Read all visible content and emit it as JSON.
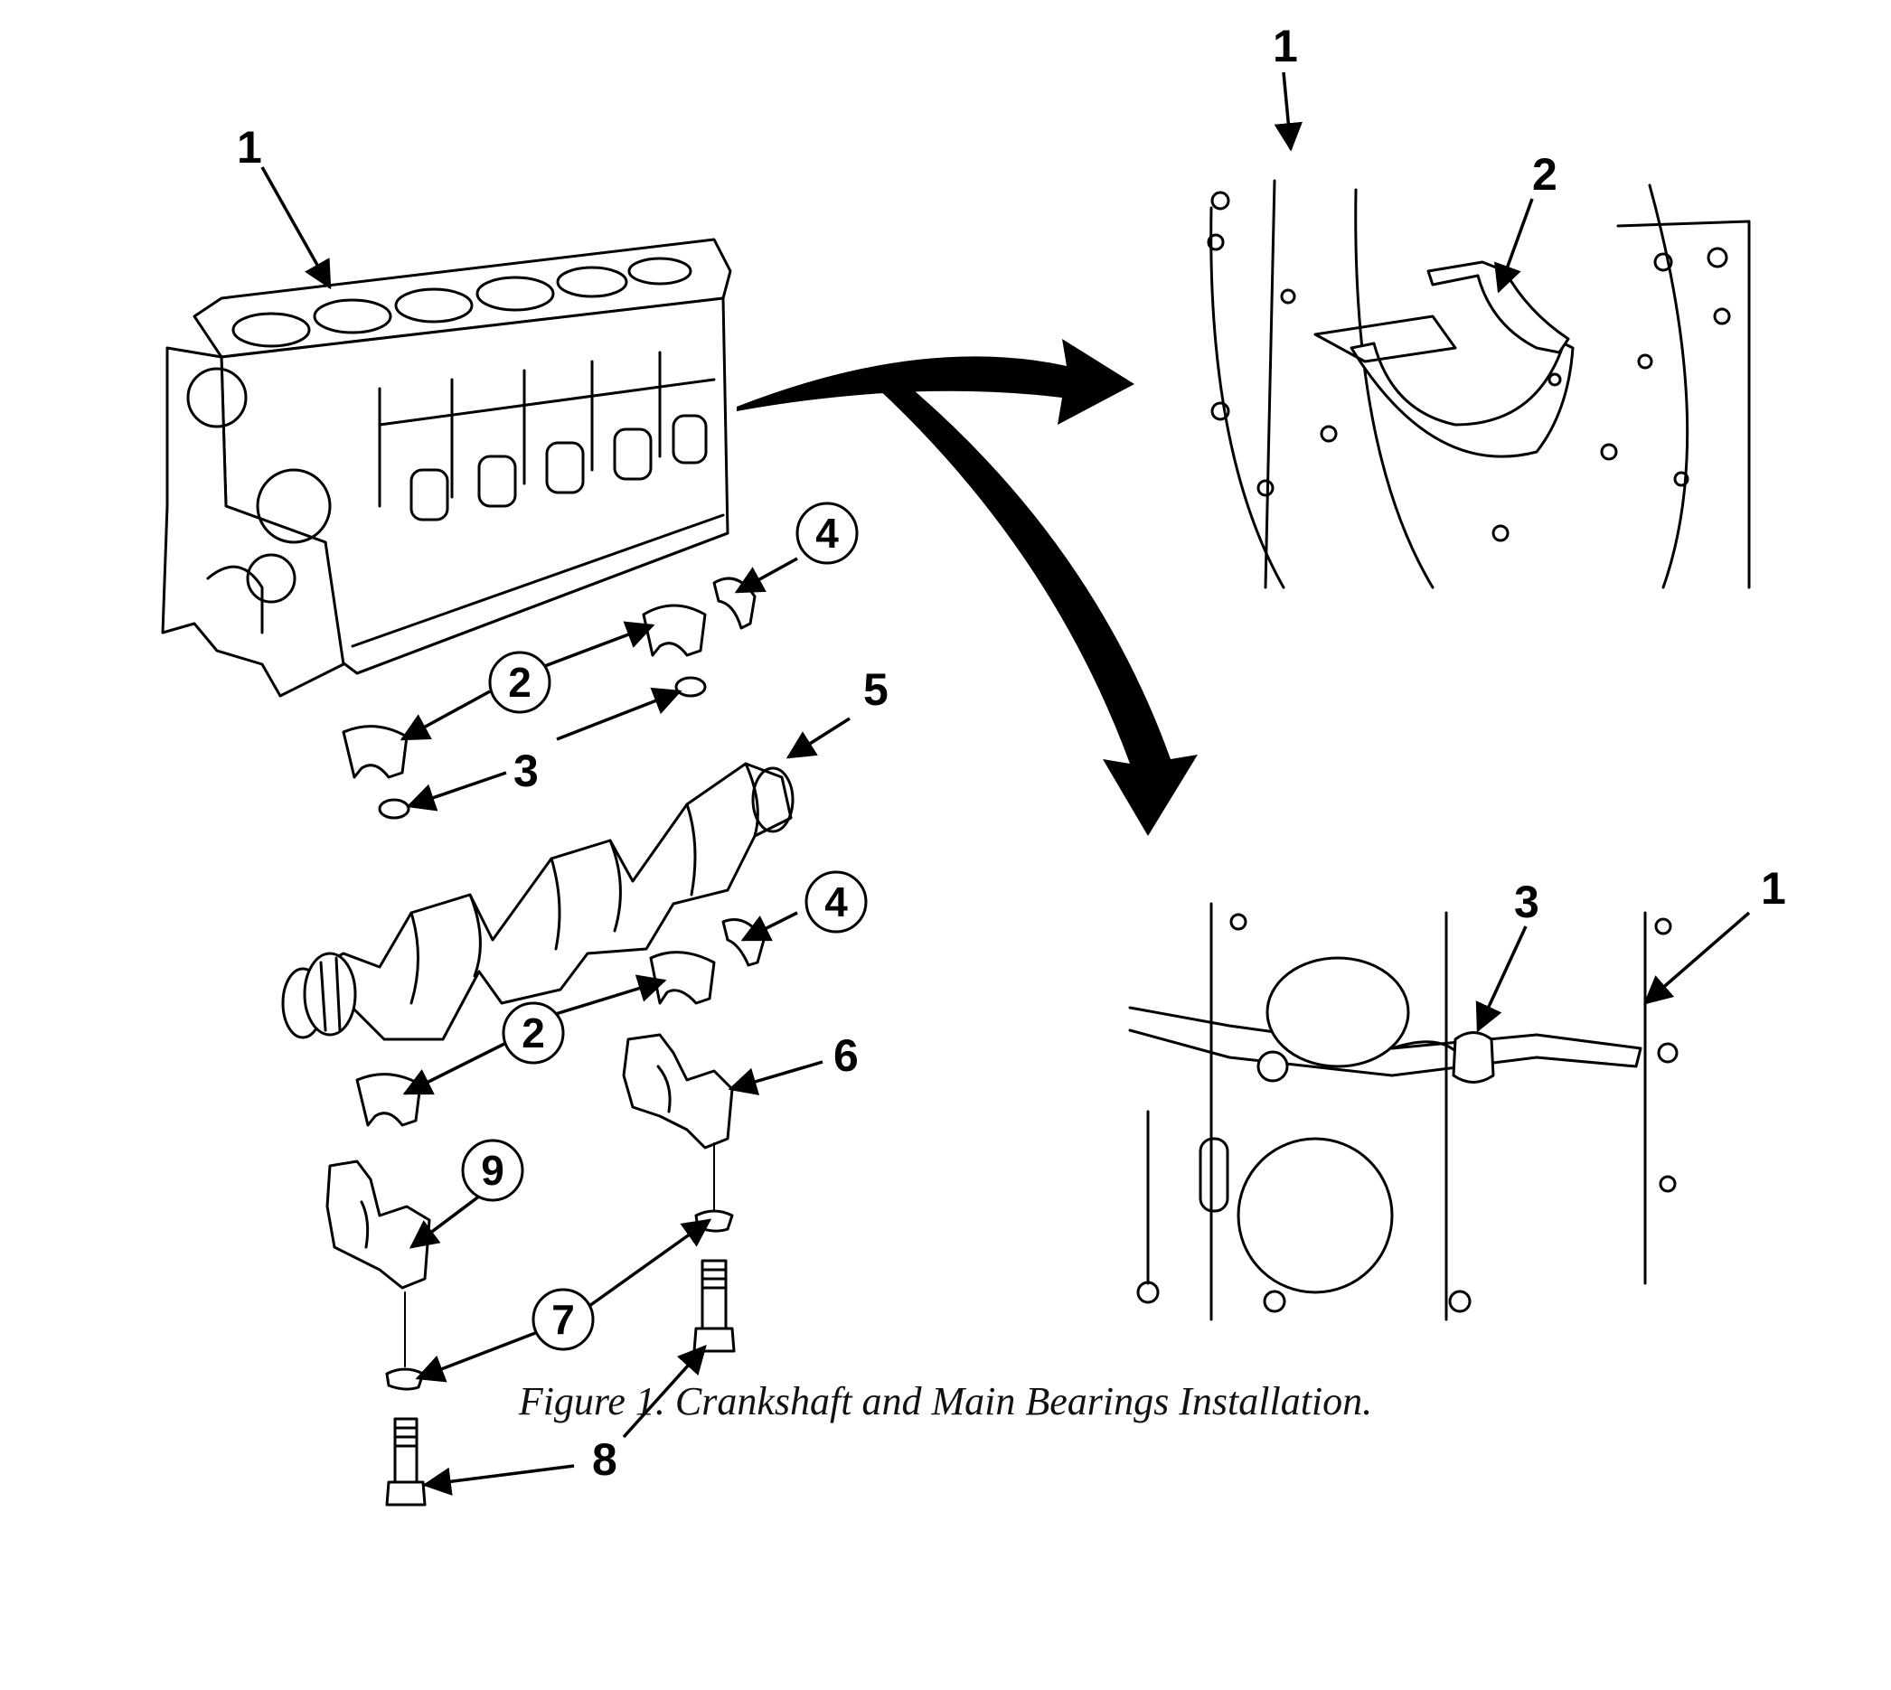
{
  "figure": {
    "caption": "Figure 1.  Crankshaft and Main Bearings Installation.",
    "colors": {
      "ink": "#000000",
      "paper": "#ffffff"
    }
  },
  "callouts": {
    "block_main": "1",
    "upper_shell_left": "2",
    "lower_shell_left": "2",
    "thrust_upper": "4",
    "thrust_lower": "4",
    "dowel": "3",
    "crankshaft": "5",
    "cap_rear": "6",
    "washer": "7",
    "capscrew": "8",
    "cap_front": "9",
    "detail_top_block": "1",
    "detail_top_shell": "2",
    "detail_bottom_dowel": "3",
    "detail_bottom_block": "1"
  }
}
